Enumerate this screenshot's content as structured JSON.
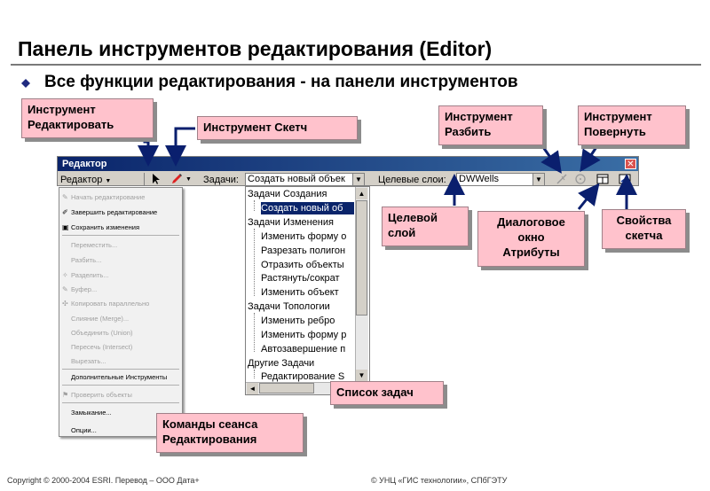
{
  "slide": {
    "title": "Панель инструментов редактирования (Editor)",
    "bullet": "Все функции редактирования - на панели инструментов"
  },
  "callouts": {
    "edit_tool_1": "Инструмент",
    "edit_tool_2": "Редактировать",
    "sketch_tool": "Инструмент Скетч",
    "split_tool_1": "Инструмент",
    "split_tool_2": "Разбить",
    "rotate_tool_1": "Инструмент",
    "rotate_tool_2": "Повернуть",
    "target_layer_1": "Целевой",
    "target_layer_2": "слой",
    "attributes_1": "Диалоговое",
    "attributes_2": "окно",
    "attributes_3": "Атрибуты",
    "sketch_props_1": "Свойства",
    "sketch_props_2": "скетча",
    "task_list": "Список задач",
    "session_1": "Команды сеанса",
    "session_2": "Редактирования"
  },
  "editor_window": {
    "title": "Редактор",
    "close_glyph": "✕",
    "menu_label": "Редактор",
    "dropdown_glyph": "▼",
    "task_label": "Задачи:",
    "task_value": "Создать новый объек",
    "target_label": "Целевые слои:",
    "target_value": "DWWells"
  },
  "editor_menu": {
    "items": [
      {
        "label": "Начать редактирование",
        "enabled": false,
        "icon": "start-edit-icon",
        "glyph": "✎"
      },
      {
        "label": "Завершить редактирование",
        "enabled": true,
        "icon": "stop-edit-icon",
        "glyph": "✐"
      },
      {
        "label": "Сохранить изменения",
        "enabled": true,
        "icon": "save-edits-icon",
        "glyph": "▣"
      },
      {
        "label": "Переместить...",
        "enabled": false,
        "icon": "",
        "glyph": ""
      },
      {
        "label": "Разбить...",
        "enabled": false,
        "icon": "",
        "glyph": ""
      },
      {
        "label": "Разделить...",
        "enabled": false,
        "icon": "divide-icon",
        "glyph": "✧"
      },
      {
        "label": "Буфер...",
        "enabled": false,
        "icon": "buffer-icon",
        "glyph": "✎"
      },
      {
        "label": "Копировать параллельно",
        "enabled": false,
        "icon": "copy-parallel-icon",
        "glyph": "✣"
      },
      {
        "label": "Слияние (Merge)...",
        "enabled": false,
        "icon": "",
        "glyph": ""
      },
      {
        "label": "Объединить (Union)",
        "enabled": false,
        "icon": "",
        "glyph": ""
      },
      {
        "label": "Пересечь (Intersect)",
        "enabled": false,
        "icon": "",
        "glyph": ""
      },
      {
        "label": "Вырезать...",
        "enabled": false,
        "icon": "",
        "glyph": ""
      },
      {
        "label": "Дополнительные Инструменты",
        "enabled": true,
        "icon": "",
        "glyph": ""
      },
      {
        "label": "Проверить объекты",
        "enabled": false,
        "icon": "validate-icon",
        "glyph": "⚑"
      },
      {
        "label": "Замыкание...",
        "enabled": true,
        "icon": "",
        "glyph": ""
      },
      {
        "label": "Опции...",
        "enabled": true,
        "icon": "",
        "glyph": ""
      }
    ]
  },
  "task_list": {
    "items": [
      {
        "label": "Задачи Создания",
        "group": true
      },
      {
        "label": "Создать новый об",
        "group": false,
        "selected": true
      },
      {
        "label": "Задачи Изменения",
        "group": true
      },
      {
        "label": "Изменить форму о",
        "group": false
      },
      {
        "label": "Разрезать полигон",
        "group": false
      },
      {
        "label": "Отразить объекты",
        "group": false
      },
      {
        "label": "Растянуть/сократ",
        "group": false
      },
      {
        "label": "Изменить объект",
        "group": false
      },
      {
        "label": "Задачи Топологии",
        "group": true
      },
      {
        "label": "Изменить ребро",
        "group": false
      },
      {
        "label": "Изменить форму р",
        "group": false
      },
      {
        "label": "Автозавершение п",
        "group": false
      },
      {
        "label": "Другие Задачи",
        "group": true
      },
      {
        "label": "Редактирование S",
        "group": false
      }
    ],
    "arrow_up": "▲",
    "arrow_down": "▼",
    "arrow_left": "◄",
    "arrow_right": "►"
  },
  "footer": {
    "left": "Copyright © 2000-2004 ESRI. Перевод  – ООО Дата+",
    "right": "© УНЦ «ГИС технологии», СПбГЭТУ"
  },
  "colors": {
    "callout_fill": "#ffc2cc",
    "title_bar": "#0a246a",
    "arrow": "#0a1f6e"
  }
}
